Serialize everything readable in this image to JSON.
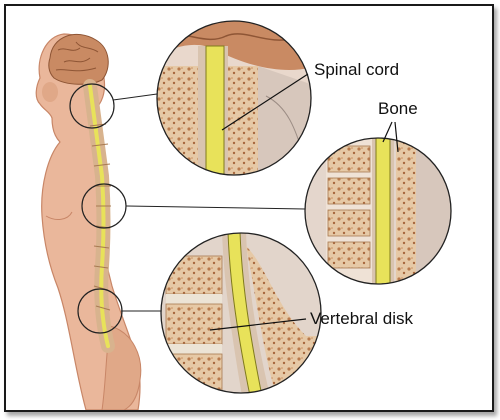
{
  "labels": {
    "spinal_cord": "Spinal cord",
    "bone": "Bone",
    "vertebral_disk": "Vertebral disk"
  },
  "colors": {
    "skin": "#eab79b",
    "skin_shadow": "#d89477",
    "brain": "#c98a63",
    "vertebra": "#e3c4a0",
    "bone_texture": "#b97a4c",
    "spinal_cord": "#e8e25a",
    "cord_outline": "#7f7a1c",
    "leader_line": "#111111",
    "border": "#1a1a1a"
  }
}
